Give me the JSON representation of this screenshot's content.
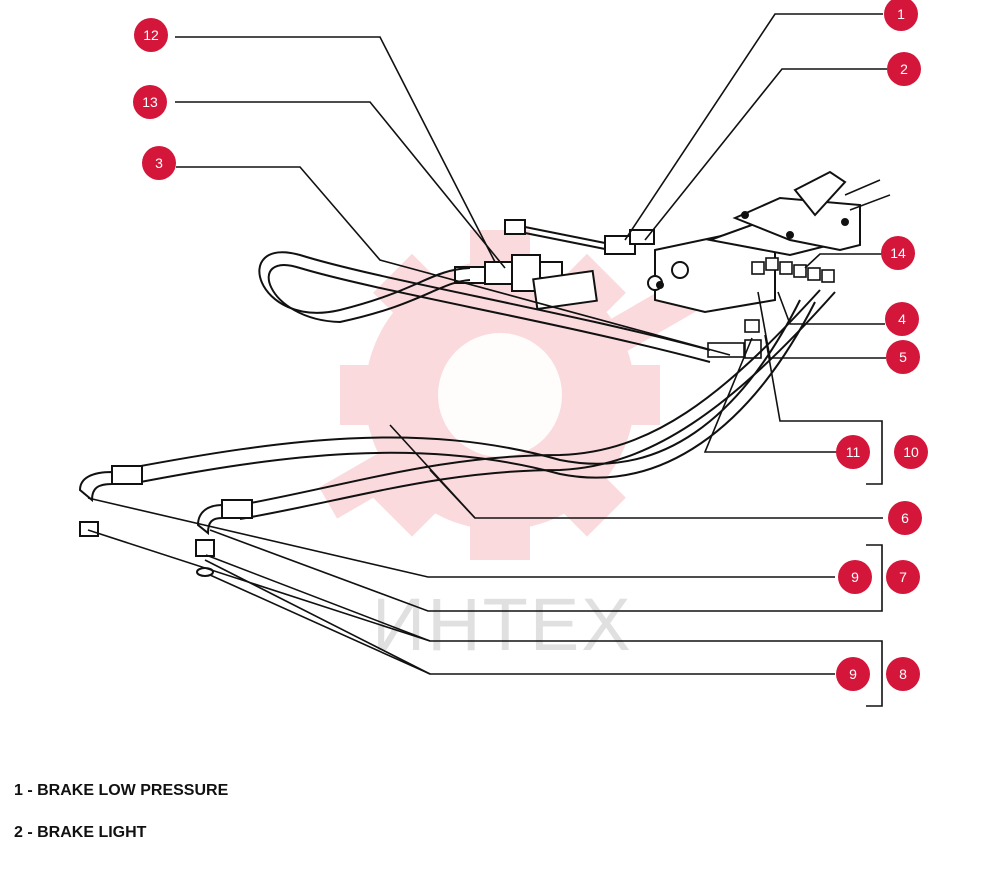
{
  "diagram": {
    "title": "",
    "watermark": "ИНТЕХ",
    "colors": {
      "callout": "#d3163a",
      "line": "#111111",
      "watermark": "#e63946"
    },
    "callouts": [
      "1",
      "2",
      "3",
      "4",
      "5",
      "6",
      "7",
      "8",
      "9",
      "9",
      "10",
      "11",
      "12",
      "13",
      "14"
    ]
  },
  "legend": {
    "items": [
      "1 - BRAKE LOW PRESSURE",
      "2 - BRAKE LIGHT"
    ]
  }
}
